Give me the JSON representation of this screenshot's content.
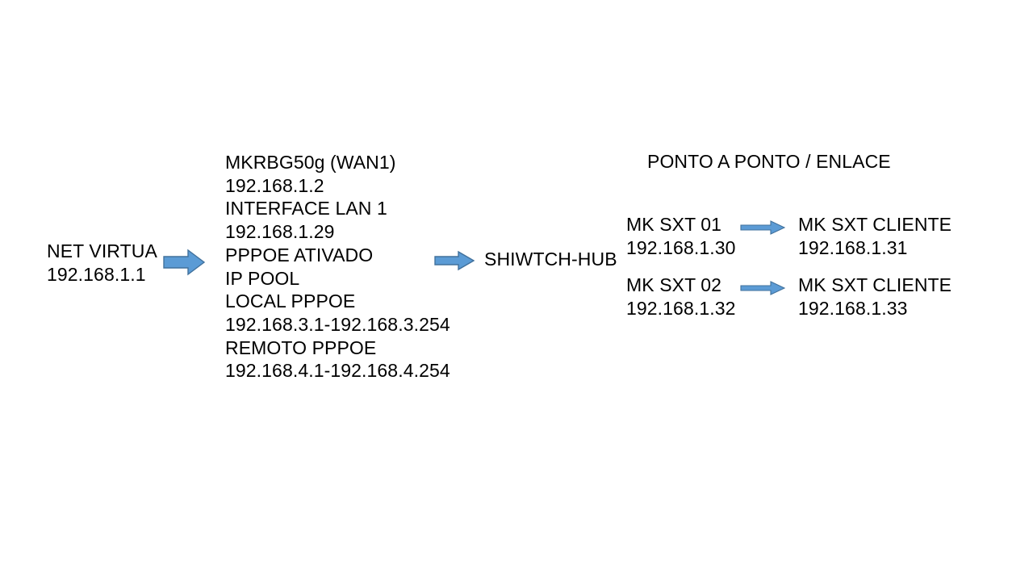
{
  "diagram": {
    "background_color": "#FFFFFF",
    "text_color": "#000000",
    "arrow_fill": "#5B9BD5",
    "arrow_stroke": "#41719C",
    "nodes": {
      "source": {
        "name": "NET VIRTUA",
        "ip": "192.168.1.1"
      },
      "router": {
        "line1": "MKRBG50g (WAN1)",
        "line2": "192.168.1.2",
        "line3": "INTERFACE LAN 1",
        "line4": "192.168.1.29",
        "line5": "PPPOE ATIVADO",
        "line6": "IP POOL",
        "line7": "LOCAL PPPOE",
        "line8": "192.168.3.1-192.168.3.254",
        "line9": "REMOTO PPPOE",
        "line10": "192.168.4.1-192.168.4.254"
      },
      "switch": {
        "label": "SHIWTCH-HUB"
      }
    },
    "section": {
      "title": "PONTO A PONTO / ENLACE",
      "links": [
        {
          "left_name": "MK SXT 01",
          "left_ip": "192.168.1.30",
          "right_name": "MK SXT CLIENTE",
          "right_ip": "192.168.1.31"
        },
        {
          "left_name": "MK SXT 02",
          "left_ip": "192.168.1.32",
          "right_name": "MK SXT CLIENTE",
          "right_ip": "192.168.1.33"
        }
      ]
    },
    "arrows": {
      "source_to_router": "arrow-right-block",
      "router_to_switch": "arrow-right-block",
      "link_1": "arrow-right-slim",
      "link_2": "arrow-right-slim"
    }
  }
}
